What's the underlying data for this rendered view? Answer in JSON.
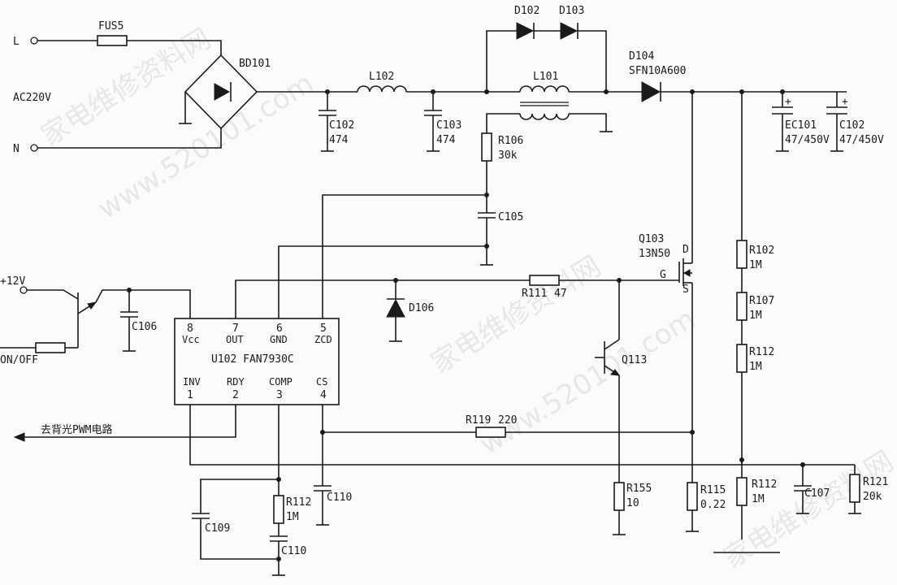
{
  "colors": {
    "ink": "#1a1a1a",
    "background": "#fbfbf9",
    "watermark": "#cfcfcf"
  },
  "terminals": {
    "l": "L",
    "n": "N",
    "ac": "AC220V",
    "v12": "+12V",
    "onoff": "ON/OFF"
  },
  "parts": {
    "fus5": "FUS5",
    "bd101": "BD101",
    "l102": "L102",
    "l101": "L101",
    "c102a": "C102",
    "c102a_val": "474",
    "c103": "C103",
    "c103_val": "474",
    "d102": "D102",
    "d103": "D103",
    "d104": "D104",
    "d104_val": "SFN10A600",
    "ec101": "EC101",
    "ec101_val": "47/450V",
    "c102b": "C102",
    "c102b_val": "47/450V",
    "r106": "R106",
    "r106_val": "30k",
    "c105": "C105",
    "c106": "C106",
    "d106": "D106",
    "q103": "Q103",
    "q103_val": "13N50",
    "q_d": "D",
    "q_g": "G",
    "q_s": "S",
    "r111": "R111",
    "r111_val": "47",
    "q113": "Q113",
    "r102": "R102",
    "r102_val": "1M",
    "r107": "R107",
    "r107_val": "1M",
    "r112a": "R112",
    "r112a_val": "1M",
    "r119": "R119",
    "r119_val": "220",
    "c109": "C109",
    "r112b": "R112",
    "r112b_val": "1M",
    "c110a": "C110",
    "c110b": "C110",
    "r155": "R155",
    "r155_val": "10",
    "r115": "R115",
    "r115_val": "0.22",
    "r112c": "R112",
    "r112c_val": "1M",
    "c107": "C107",
    "r121": "R121",
    "r121_val": "20k"
  },
  "ic": {
    "title": "U102  FAN7930C",
    "top_pins": [
      {
        "num": "8",
        "name": "Vcc"
      },
      {
        "num": "7",
        "name": "OUT"
      },
      {
        "num": "6",
        "name": "GND"
      },
      {
        "num": "5",
        "name": "ZCD"
      }
    ],
    "bottom_pins": [
      {
        "num": "1",
        "name": "INV"
      },
      {
        "num": "2",
        "name": "RDY"
      },
      {
        "num": "3",
        "name": "COMP"
      },
      {
        "num": "4",
        "name": "CS"
      }
    ]
  },
  "signal_out": "去背光PWM电路",
  "watermarks": [
    "家电维修资料网",
    "www.520101.com"
  ]
}
